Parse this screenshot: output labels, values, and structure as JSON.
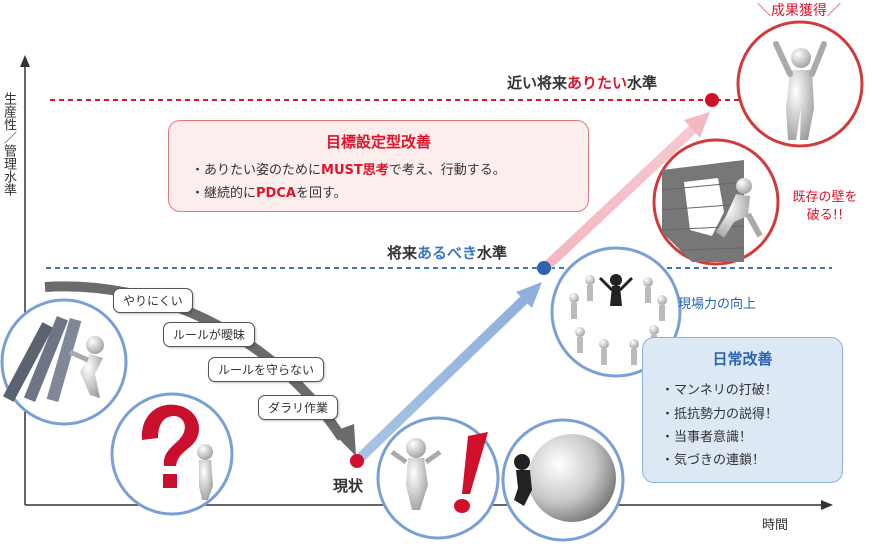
{
  "axes": {
    "y_label": "生産性／管理水準",
    "x_label": "時間"
  },
  "levels": {
    "future_ideal": {
      "prefix": "近い将来",
      "highlight": "ありたい",
      "suffix": "水準",
      "color": "#e0132a"
    },
    "should_be": {
      "prefix": "将来",
      "highlight": "あるべき",
      "suffix": "水準",
      "color": "#3b78c4"
    }
  },
  "current_label": "現状",
  "decline_pills": [
    "やりにくい",
    "ルールが曖昧",
    "ルールを守らない",
    "ダラリ作業"
  ],
  "goal_box": {
    "title": "目標設定型改善",
    "line1": {
      "a": "・ありたい姿のために",
      "b": "MUST思考",
      "c": "で考え、行動する。"
    },
    "line2": {
      "a": "・継続的に",
      "b": "PDCA",
      "c": "を回す。"
    }
  },
  "daily_box": {
    "title": "日常改善",
    "items": [
      "・マンネリの打破！",
      "・抵抗勢力の説得！",
      "・当事者意識！",
      "・気づきの連鎖！"
    ]
  },
  "genba_label": "現場力の向上",
  "wall_label": [
    "既存の壁を",
    "破る!!"
  ],
  "result_label": "＼成果獲得／",
  "colors": {
    "red": "#e0132a",
    "blue": "#3b78c4",
    "grey_arrow": "#6b6b6b"
  },
  "icons": [
    "domino-pushing-figure",
    "question-mark-figure",
    "exclamation-figure",
    "ball-pushing-figure",
    "team-circle-figure",
    "wall-breaking-figure",
    "victory-figure"
  ]
}
